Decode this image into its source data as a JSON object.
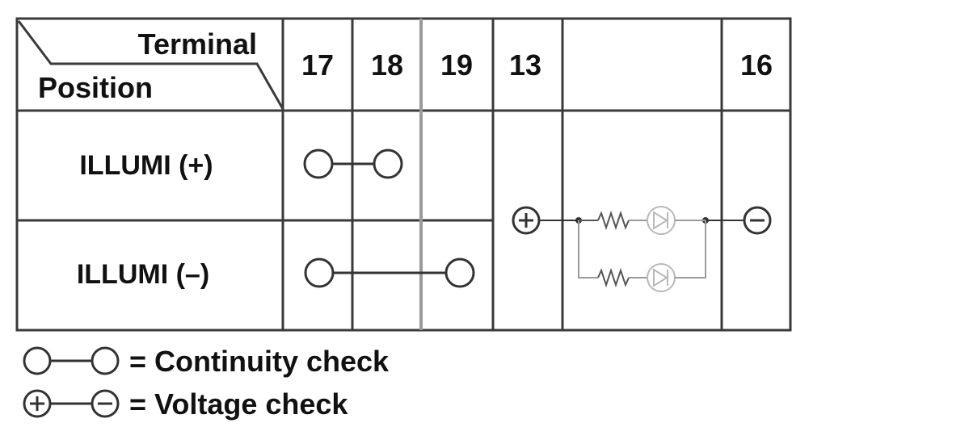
{
  "table": {
    "header_terminal": "Terminal",
    "header_position": "Position",
    "terminals": [
      "17",
      "18",
      "19",
      "13",
      "",
      "16"
    ],
    "rows": [
      {
        "position": "ILLUMI (+)"
      },
      {
        "position": "ILLUMI (–)"
      }
    ]
  },
  "legend": {
    "continuity": "= Continuity check",
    "voltage": "= Voltage check"
  },
  "icons": {
    "plus": "plus-circle-icon",
    "minus": "minus-circle-icon",
    "continuity": "open-circle-icon",
    "resistor": "resistor-icon",
    "led": "led-icon"
  },
  "colors": {
    "line": "#333333",
    "grid": "#3a3a3a",
    "light": "#9a9a9a",
    "faint": "#b8b8b8"
  }
}
